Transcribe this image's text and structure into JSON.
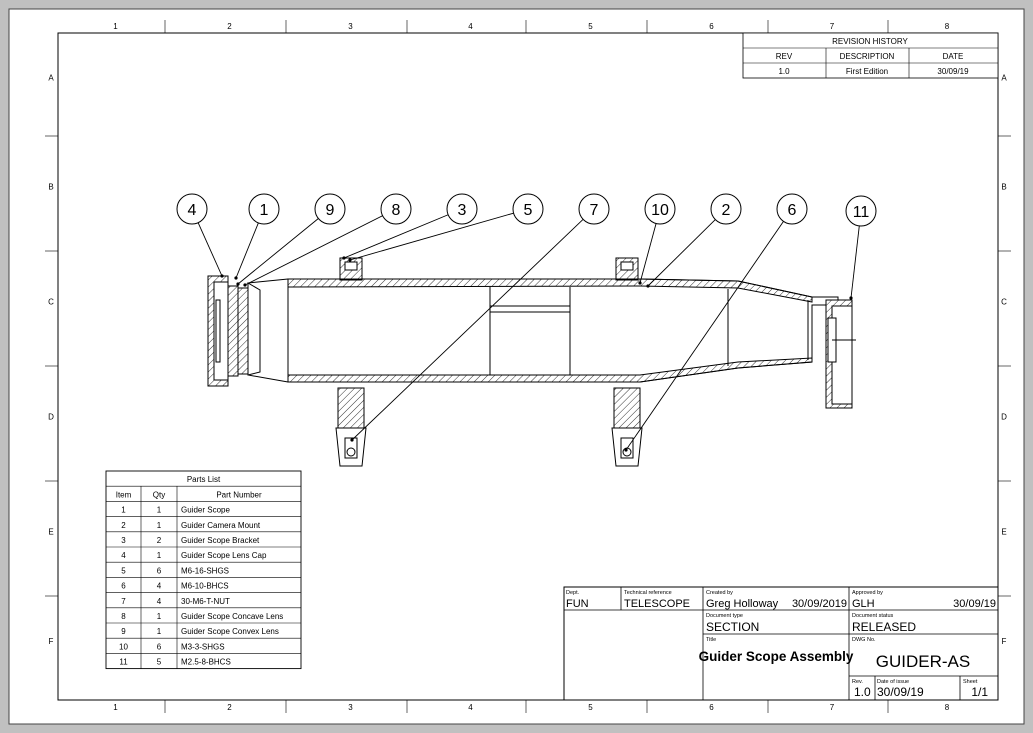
{
  "zone_columns": [
    "1",
    "2",
    "3",
    "4",
    "5",
    "6",
    "7",
    "8"
  ],
  "zone_rows": [
    "A",
    "B",
    "C",
    "D",
    "E",
    "F"
  ],
  "revision_history": {
    "title": "REVISION HISTORY",
    "headers": [
      "REV",
      "DESCRIPTION",
      "DATE"
    ],
    "rows": [
      [
        "1.0",
        "First Edition",
        "30/09/19"
      ]
    ]
  },
  "balloons": [
    "4",
    "1",
    "9",
    "8",
    "3",
    "5",
    "7",
    "10",
    "2",
    "6",
    "11"
  ],
  "parts_list": {
    "title": "Parts List",
    "headers": [
      "Item",
      "Qty",
      "Part Number"
    ],
    "rows": [
      [
        "1",
        "1",
        "Guider Scope"
      ],
      [
        "2",
        "1",
        "Guider Camera Mount"
      ],
      [
        "3",
        "2",
        "Guider Scope Bracket"
      ],
      [
        "4",
        "1",
        "Guider Scope Lens Cap"
      ],
      [
        "5",
        "6",
        "M6-16-SHGS"
      ],
      [
        "6",
        "4",
        "M6-10-BHCS"
      ],
      [
        "7",
        "4",
        "30-M6-T-NUT"
      ],
      [
        "8",
        "1",
        "Guider Scope Concave Lens"
      ],
      [
        "9",
        "1",
        "Guider Scope Convex Lens"
      ],
      [
        "10",
        "6",
        "M3-3-SHGS"
      ],
      [
        "11",
        "5",
        "M2.5-8-BHCS"
      ]
    ]
  },
  "title_block": {
    "dept_label": "Dept.",
    "dept": "FUN",
    "techref_label": "Technical reference",
    "techref": "TELESCOPE",
    "created_label": "Created by",
    "created_by": "Greg Holloway",
    "created_date": "30/09/2019",
    "approved_label": "Approved by",
    "approved_by": "GLH",
    "approved_date": "30/09/19",
    "doctype_label": "Document type",
    "doctype": "SECTION",
    "status_label": "Document status",
    "status": "RELEASED",
    "title_label": "Title",
    "title": "Guider Scope Assembly",
    "dwg_label": "DWG No.",
    "dwg_no": "GUIDER-AS",
    "rev_label": "Rev.",
    "rev": "1.0",
    "issue_label": "Date of issue",
    "issue_date": "30/09/19",
    "sheet_label": "Sheet",
    "sheet": "1/1"
  }
}
